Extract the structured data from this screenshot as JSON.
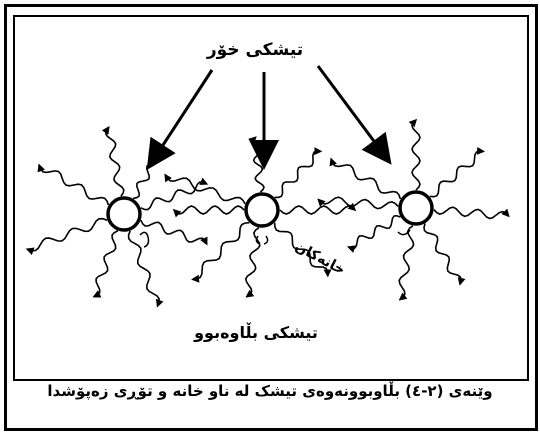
{
  "labels": {
    "sunlight": "تیشکی خۆر",
    "cells": "خانەکان",
    "scattered": "تیشکی بڵاوەبوو"
  },
  "caption": "وێنەی (٢-٤) بڵاوبوونەوەی تیشک لە ناو خانە و تۆڕی زەپۆشدا",
  "colors": {
    "ink": "#000000",
    "background": "#ffffff"
  }
}
